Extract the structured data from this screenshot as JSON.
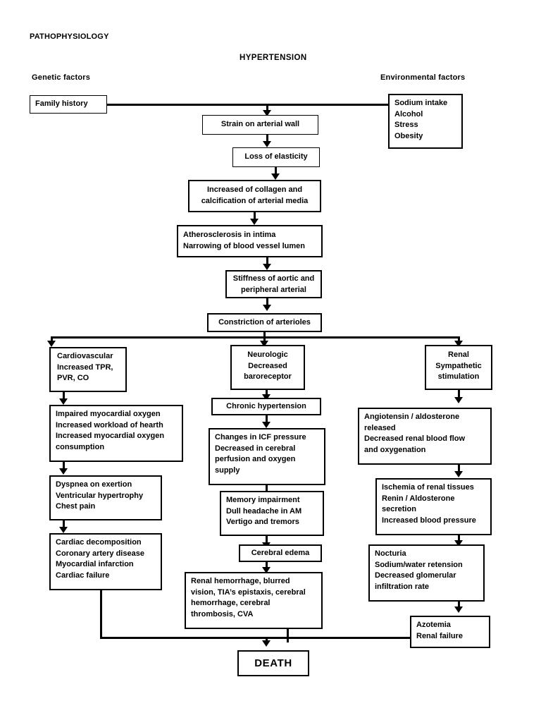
{
  "page": {
    "heading": "PATHOPHYSIOLOGY",
    "diagram_title": "HYPERTENSION",
    "left_factor_label": "Genetic factors",
    "right_factor_label": "Environmental factors"
  },
  "chart_data": {
    "type": "diagram",
    "title": "HYPERTENSION",
    "subtitle": "PATHOPHYSIOLOGY",
    "nodes": [
      {
        "id": "family_history",
        "lines": [
          "Family history"
        ]
      },
      {
        "id": "environmental",
        "lines": [
          "Sodium intake",
          "Alcohol",
          "Stress",
          "Obesity"
        ]
      },
      {
        "id": "strain",
        "lines": [
          "Strain on arterial wall"
        ]
      },
      {
        "id": "elasticity",
        "lines": [
          "Loss of elasticity"
        ]
      },
      {
        "id": "collagen",
        "lines": [
          "Increased of collagen and",
          "calcification of arterial media"
        ]
      },
      {
        "id": "atherosclerosis",
        "lines": [
          "Atherosclerosis in intima",
          "Narrowing of blood vessel lumen"
        ]
      },
      {
        "id": "stiffness",
        "lines": [
          "Stiffness of aortic and",
          "peripheral arterial"
        ]
      },
      {
        "id": "constriction",
        "lines": [
          "Constriction of arterioles"
        ]
      },
      {
        "id": "cardiovascular",
        "lines": [
          "Cardiovascular",
          "Increased TPR,",
          "PVR, CO"
        ]
      },
      {
        "id": "neurologic",
        "lines": [
          "Neurologic",
          "Decreased",
          "baroreceptor"
        ]
      },
      {
        "id": "renal",
        "lines": [
          "Renal",
          "Sympathetic",
          "stimulation"
        ]
      },
      {
        "id": "impaired_myocardial",
        "lines": [
          "Impaired myocardial oxygen",
          "Increased workload of hearth",
          "Increased myocardial oxygen",
          "consumption"
        ]
      },
      {
        "id": "chronic_hypertension",
        "lines": [
          "Chronic hypertension"
        ]
      },
      {
        "id": "angiotensin",
        "lines": [
          "Angiotensin / aldosterone",
          "released",
          "Decreased renal blood flow",
          "and oxygenation"
        ]
      },
      {
        "id": "dyspnea",
        "lines": [
          "Dyspnea on exertion",
          "Ventricular hypertrophy",
          "Chest pain"
        ]
      },
      {
        "id": "icf_pressure",
        "lines": [
          "Changes in ICF pressure",
          "Decreased in cerebral",
          "perfusion and oxygen",
          "supply"
        ]
      },
      {
        "id": "ischemia",
        "lines": [
          "Ischemia of renal tissues",
          "Renin / Aldosterone",
          "secretion",
          "Increased blood pressure"
        ]
      },
      {
        "id": "cardiac_decomposition",
        "lines": [
          "Cardiac decomposition",
          "Coronary artery disease",
          "Myocardial infarction",
          "Cardiac failure"
        ]
      },
      {
        "id": "memory",
        "lines": [
          "Memory impairment",
          "Dull headache in AM",
          "Vertigo and tremors"
        ]
      },
      {
        "id": "nocturia",
        "lines": [
          "Nocturia",
          "Sodium/water retension",
          "Decreased glomerular",
          "infiltration rate"
        ]
      },
      {
        "id": "cerebral_edema",
        "lines": [
          "Cerebral edema"
        ]
      },
      {
        "id": "renal_hemorrhage",
        "lines": [
          "Renal hemorrhage, blurred",
          "vision, TIA’s epistaxis, cerebral",
          "hemorrhage, cerebral",
          "thrombosis, CVA"
        ]
      },
      {
        "id": "azotemia",
        "lines": [
          "Azotemia",
          "Renal failure"
        ]
      },
      {
        "id": "death",
        "lines": [
          "DEATH"
        ]
      }
    ],
    "colors": {
      "stroke": "#000000",
      "fill": "#ffffff",
      "text": "#000000"
    }
  },
  "boxes": {
    "family_history": {
      "l0": "Family history"
    },
    "environmental": {
      "l0": "Sodium intake",
      "l1": "Alcohol",
      "l2": "Stress",
      "l3": "Obesity"
    },
    "strain": {
      "l0": "Strain on arterial wall"
    },
    "elasticity": {
      "l0": "Loss of elasticity"
    },
    "collagen": {
      "l0": "Increased of collagen and",
      "l1": "calcification of arterial media"
    },
    "atherosclerosis": {
      "l0": "Atherosclerosis in intima",
      "l1": "Narrowing of blood vessel lumen"
    },
    "stiffness": {
      "l0": "Stiffness of aortic and",
      "l1": "peripheral arterial"
    },
    "constriction": {
      "l0": "Constriction of arterioles"
    },
    "cardiovascular": {
      "l0": "Cardiovascular",
      "l1": "Increased TPR,",
      "l2": "PVR, CO"
    },
    "neurologic": {
      "l0": "Neurologic",
      "l1": "Decreased",
      "l2": "baroreceptor"
    },
    "renal": {
      "l0": "Renal",
      "l1": "Sympathetic",
      "l2": "stimulation"
    },
    "impaired_myocardial": {
      "l0": "Impaired myocardial oxygen",
      "l1": "Increased workload of hearth",
      "l2": "Increased myocardial oxygen",
      "l3": "consumption"
    },
    "chronic_hypertension": {
      "l0": "Chronic hypertension"
    },
    "angiotensin": {
      "l0": "Angiotensin / aldosterone",
      "l1": "released",
      "l2": "Decreased renal blood flow",
      "l3": "and oxygenation"
    },
    "dyspnea": {
      "l0": "Dyspnea on exertion",
      "l1": "Ventricular hypertrophy",
      "l2": "Chest pain"
    },
    "icf_pressure": {
      "l0": "Changes in ICF pressure",
      "l1": "Decreased in cerebral",
      "l2": "perfusion and oxygen",
      "l3": "supply"
    },
    "ischemia": {
      "l0": "Ischemia of renal tissues",
      "l1": "Renin / Aldosterone",
      "l2": "secretion",
      "l3": "Increased blood pressure"
    },
    "cardiac_decomposition": {
      "l0": "Cardiac decomposition",
      "l1": "Coronary artery disease",
      "l2": "Myocardial infarction",
      "l3": "Cardiac failure"
    },
    "memory": {
      "l0": "Memory impairment",
      "l1": "Dull headache in AM",
      "l2": "Vertigo and tremors"
    },
    "nocturia": {
      "l0": "Nocturia",
      "l1": "Sodium/water retension",
      "l2": "Decreased glomerular",
      "l3": "infiltration rate"
    },
    "cerebral_edema": {
      "l0": "Cerebral edema"
    },
    "renal_hemorrhage": {
      "l0": "Renal hemorrhage, blurred",
      "l1": "vision, TIA’s epistaxis, cerebral",
      "l2": "hemorrhage, cerebral",
      "l3": "thrombosis, CVA"
    },
    "azotemia": {
      "l0": "Azotemia",
      "l1": "Renal failure"
    },
    "death": {
      "l0": "DEATH"
    }
  }
}
